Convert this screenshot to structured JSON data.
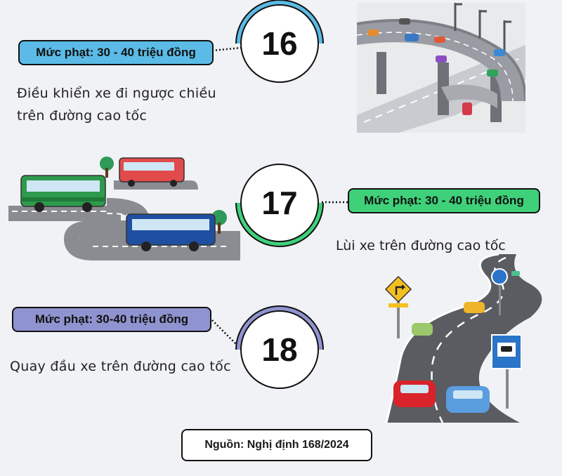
{
  "items": [
    {
      "number": "16",
      "fine": "Mức phạt: 30 - 40 triệu đồng",
      "description": "Điều khiển xe đi ngược chiều trên đường cao tốc",
      "accent": "#5bbbe6"
    },
    {
      "number": "17",
      "fine": "Mức phạt: 30 - 40  triệu đồng",
      "description": "Lùi xe trên đường cao tốc",
      "accent": "#3fd17a"
    },
    {
      "number": "18",
      "fine": "Mức phạt: 30-40 triệu đồng",
      "description": "Quay đầu xe trên đường cao tốc",
      "accent": "#8f93cf"
    }
  ],
  "source": "Nguồn: Nghị định 168/2024",
  "icons": [
    "highway-interchange-icon",
    "buses-road-icon",
    "winding-highway-icon"
  ]
}
